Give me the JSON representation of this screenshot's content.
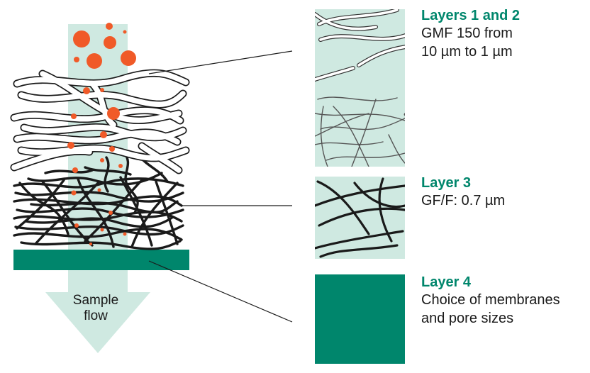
{
  "colors": {
    "accent": "#00866c",
    "pale": "#cfe9e1",
    "particle": "#f05a28",
    "fiber": "#1a1a1a"
  },
  "flow": {
    "label_line1": "Sample",
    "label_line2": "flow"
  },
  "layers": [
    {
      "title": "Layers 1 and 2",
      "desc_line1": "GMF 150 from",
      "desc_line2": "10 µm to 1 µm"
    },
    {
      "title": "Layer 3",
      "desc_line1": "GF/F: 0.7 µm",
      "desc_line2": ""
    },
    {
      "title": "Layer 4",
      "desc_line1": "Choice of membranes",
      "desc_line2": "and pore sizes"
    }
  ]
}
